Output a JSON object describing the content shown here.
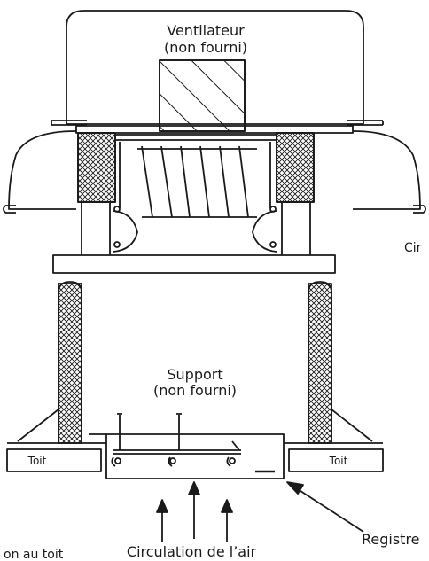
{
  "labels": {
    "fan_line1": "Ventilateur",
    "fan_line2": "(non fourni)",
    "support_line1": "Support",
    "support_line2": "(non fourni)",
    "roof_left": "Toit",
    "roof_right": "Toit",
    "air_flow": "Circulation de l’air",
    "damper": "Registre",
    "roof_connection": "on au toit",
    "right_cut": "Cir"
  },
  "colors": {
    "stroke": "#1a1a1a",
    "background": "#ffffff"
  }
}
